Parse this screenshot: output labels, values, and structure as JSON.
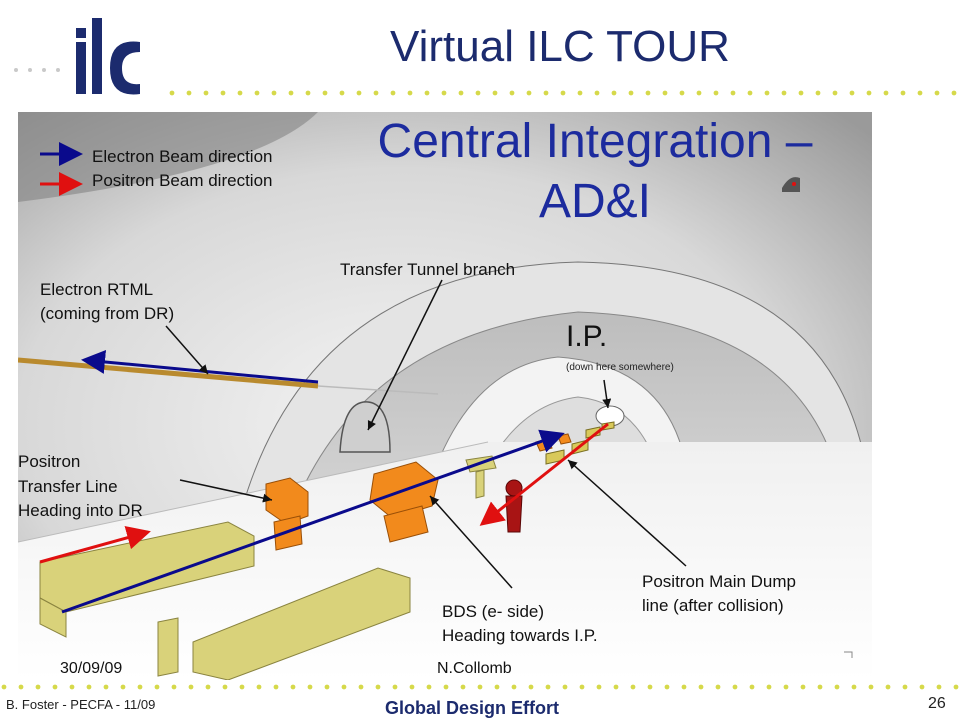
{
  "header": {
    "title": "Virtual ILC TOUR",
    "logo_text": "ilc"
  },
  "scene": {
    "title_line1": "Central Integration –",
    "title_line2": "AD&I",
    "legend": {
      "electron": "Electron Beam direction",
      "positron": "Positron Beam direction"
    },
    "labels": {
      "transfer_tunnel": "Transfer Tunnel branch",
      "electron_rtml_1": "Electron RTML",
      "electron_rtml_2": "(coming from DR)",
      "ip": "I.P.",
      "ip_note": "(down here somewhere)",
      "positron_tl_1": "Positron",
      "positron_tl_2": "Transfer Line",
      "positron_tl_3": "Heading into DR",
      "positron_dump_1": "Positron Main Dump",
      "positron_dump_2": "line (after collision)",
      "bds_1": "BDS (e- side)",
      "bds_2": "Heading towards I.P."
    },
    "date": "30/09/09",
    "author": "N.Collomb"
  },
  "footer": {
    "left": "B. Foster - PECFA - 11/09",
    "center": "Global Design Effort",
    "right": "26"
  },
  "colors": {
    "title": "#1c2b6e",
    "scene_title": "#1c2b9e",
    "electron_arrow": "#0a0a8c",
    "positron_arrow": "#e01010",
    "dots": "#d6d94a",
    "magnet": "#f28a1c",
    "support": "#d9d27a"
  }
}
